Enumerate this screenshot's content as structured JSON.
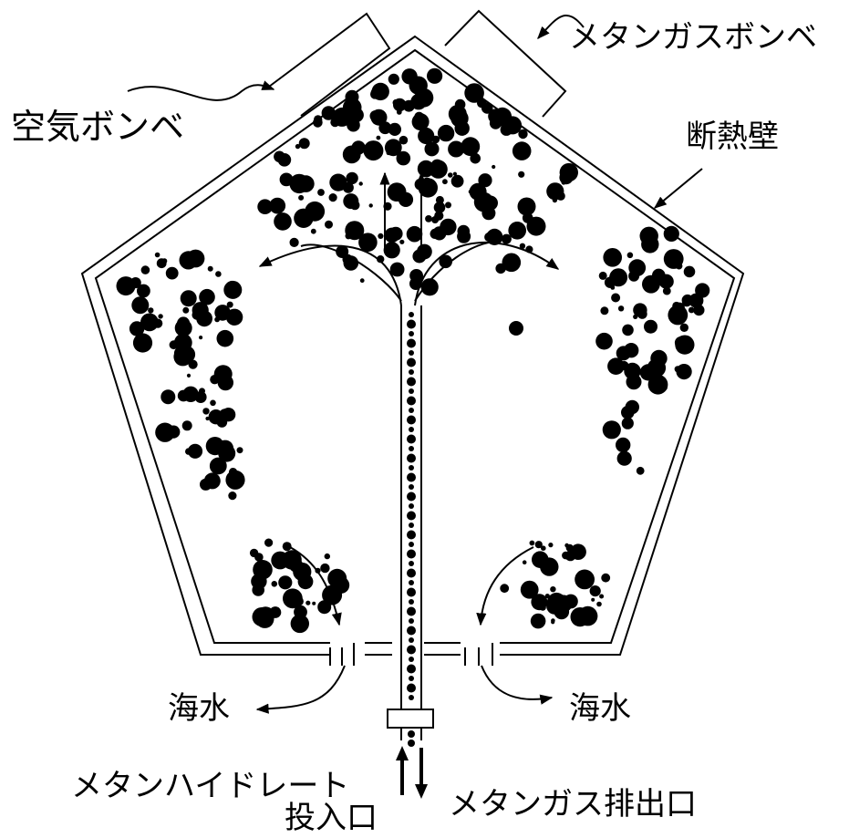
{
  "colors": {
    "ink": "#000000",
    "background": "#ffffff"
  },
  "labels": {
    "air_cylinder": "空気ボンベ",
    "methane_cylinder": "メタンガスボンベ",
    "insulation_wall": "断熱壁",
    "seawater_left": "海水",
    "seawater_right": "海水",
    "hydrate_inlet_line1": "メタンハイドレート",
    "hydrate_inlet_line2": "投入口",
    "methane_outlet": "メタンガス排出口"
  }
}
